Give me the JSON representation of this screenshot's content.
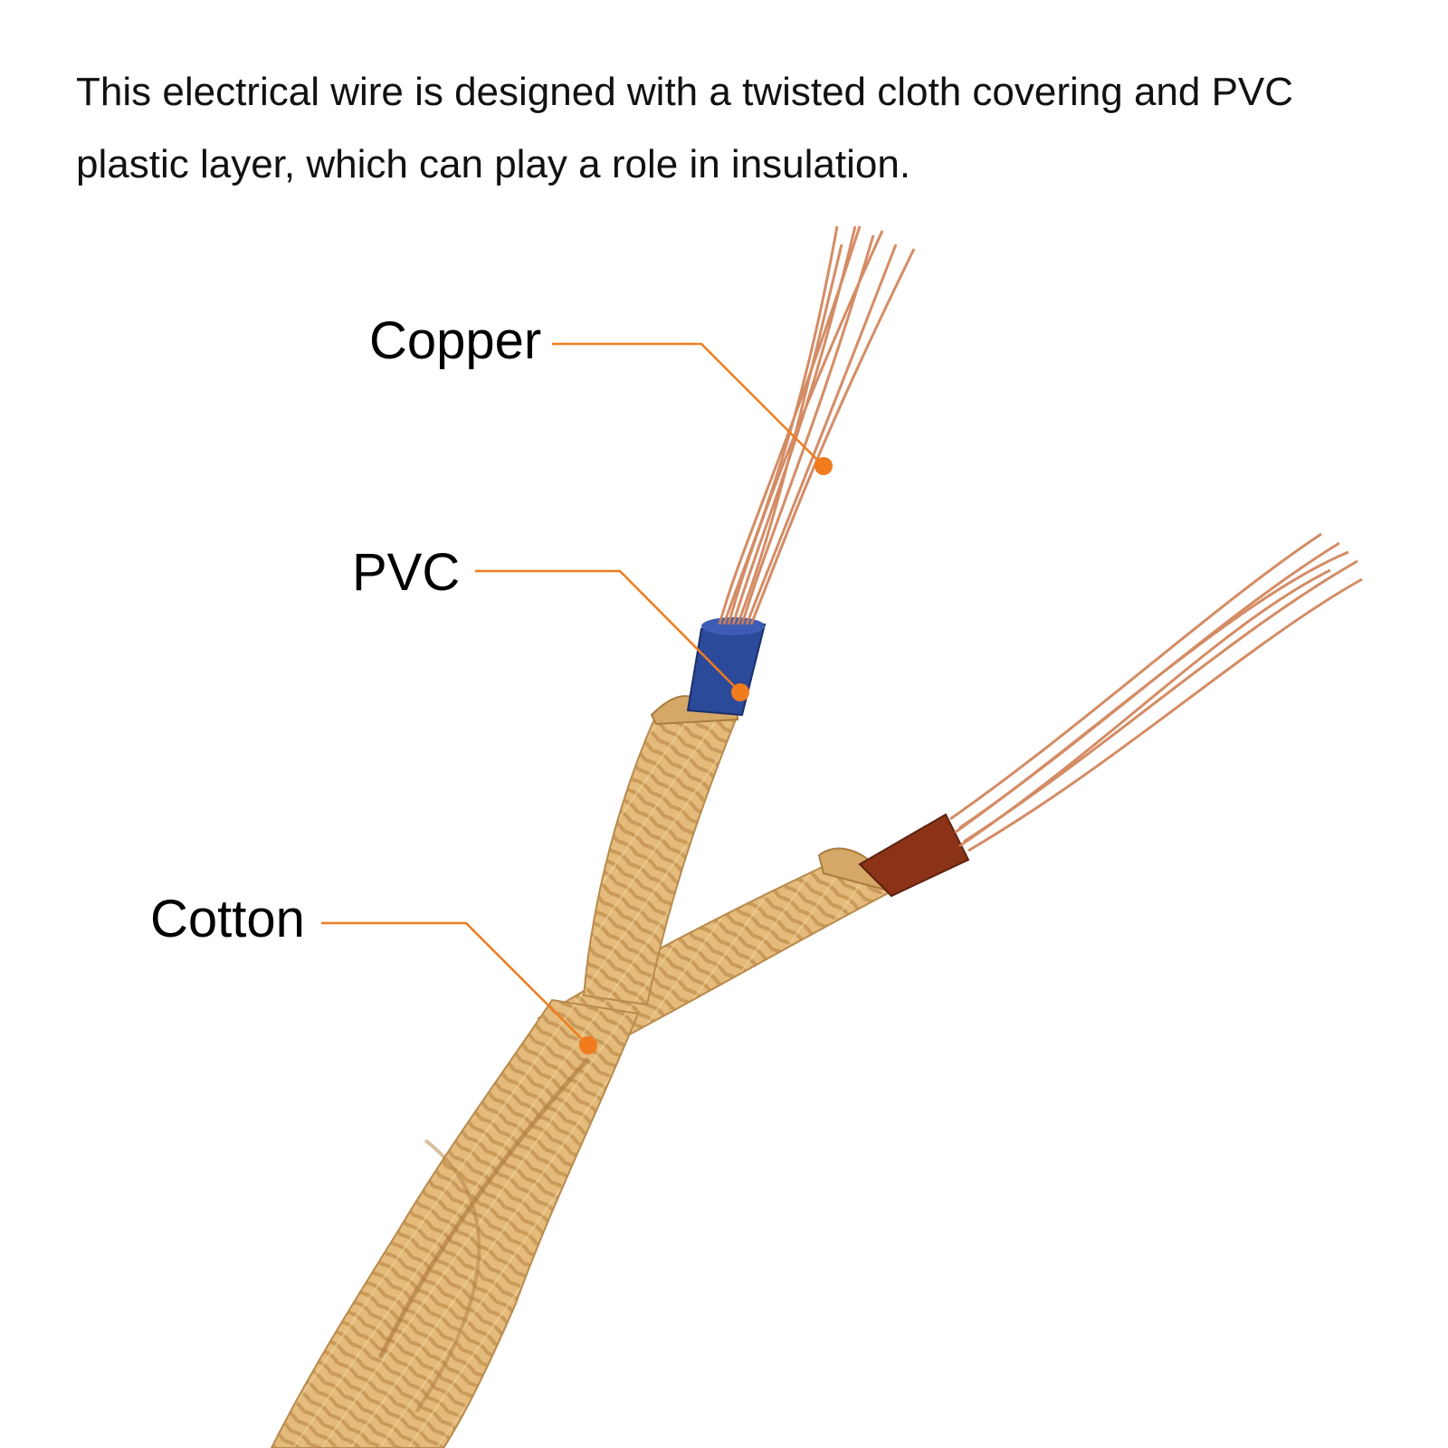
{
  "description": "This electrical wire is designed with a twisted cloth covering and PVC plastic layer, which can play a role in insulation.",
  "labels": {
    "copper": "Copper",
    "pvc": "PVC",
    "cotton": "Cotton"
  },
  "colors": {
    "callout_line": "#f07c1e",
    "cotton_braid": "#e2b978",
    "copper_strands": "#d08055",
    "pvc_blue": "#2c4a9a",
    "pvc_brown": "#8c3317"
  }
}
